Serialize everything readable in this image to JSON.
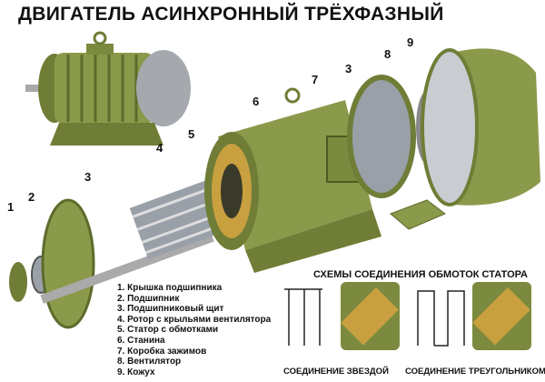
{
  "title": "ДВИГАТЕЛЬ АСИНХРОННЫЙ ТРЁХФАЗНЫЙ",
  "callouts": [
    "1",
    "2",
    "3",
    "4",
    "5",
    "6",
    "7",
    "3",
    "8",
    "9"
  ],
  "legend": [
    "1. Крышка подшипника",
    "2. Подшипник",
    "3. Подшипниковый щит",
    "4. Ротор с крыльями вентилятора",
    "5. Статор с обмотками",
    "6. Станина",
    "7. Коробка зажимов",
    "8. Вентилятор",
    "9. Кожух"
  ],
  "schemes": {
    "title": "СХЕМЫ СОЕДИНЕНИЯ ОБМОТОК СТАТОРА",
    "star_caption": "СОЕДИНЕНИЕ ЗВЕЗДОЙ",
    "delta_caption": "СОЕДИНЕНИЕ ТРЕУГОЛЬНИКОМ"
  },
  "colors": {
    "body_green": "#8a9a4a",
    "dark_green": "#5d6b2c",
    "copper": "#c8a040",
    "steel": "#9aa0a8"
  }
}
